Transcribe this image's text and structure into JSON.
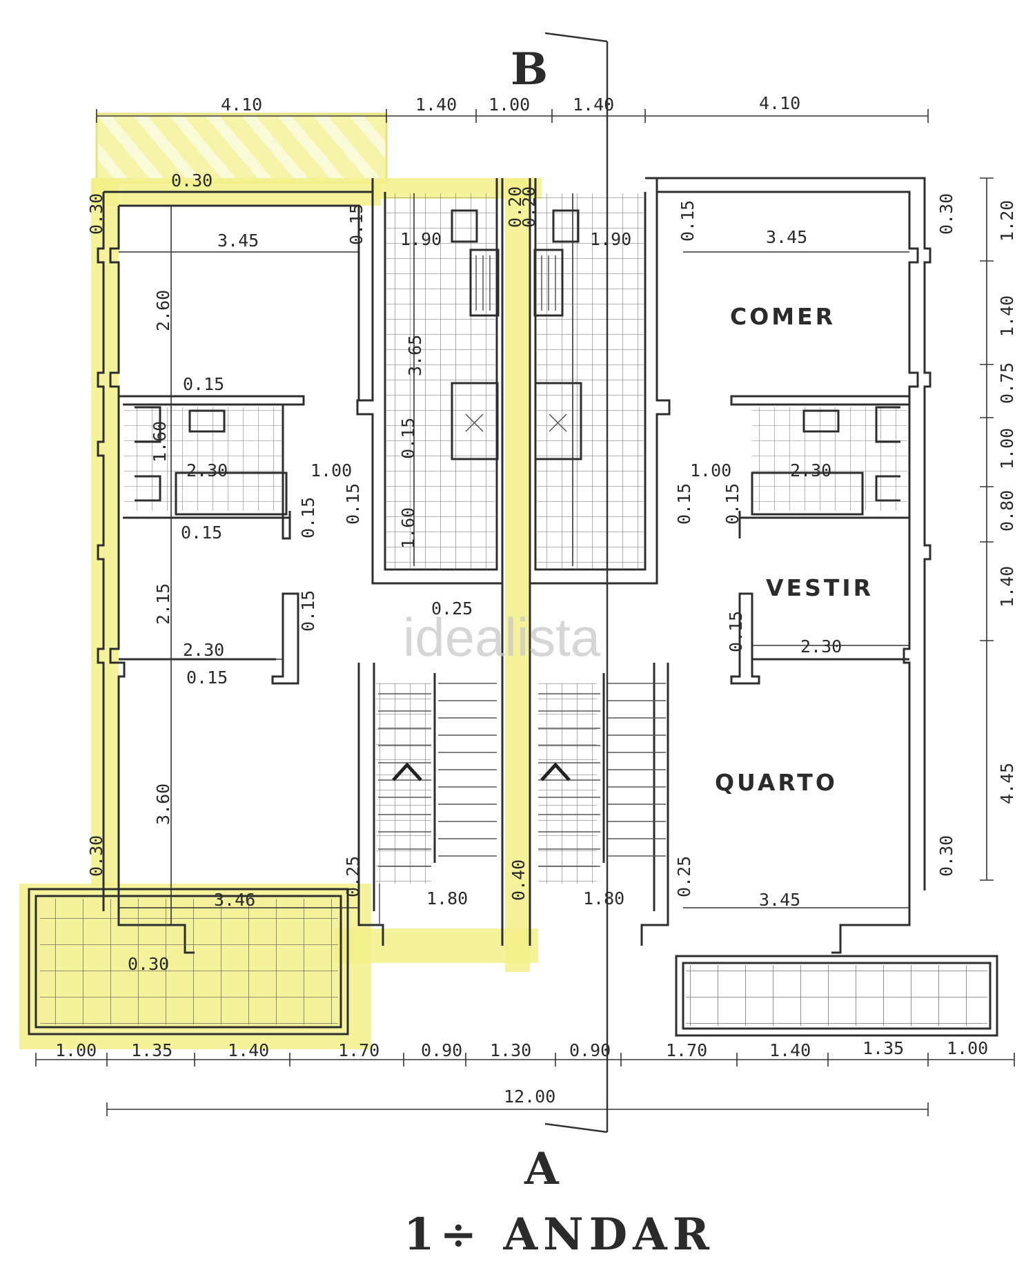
{
  "plan": {
    "section_top": "B",
    "section_bottom": "A",
    "floor_title": "1÷ ANDAR",
    "watermark": "idealista",
    "colors": {
      "highlight": "#f2f08a",
      "line": "#2d2d2d",
      "tile": "#666666"
    },
    "rooms": {
      "comer": "COMER",
      "vestir": "VESTIR",
      "quarto": "QUARTO"
    },
    "top_dims": [
      "4.10",
      "1.40",
      "1.00",
      "1.40",
      "4.10"
    ],
    "bottom_dims": [
      "1.00",
      "1.35",
      "1.40",
      "1.70",
      "0.90",
      "1.30",
      "0.90",
      "1.70",
      "1.40",
      "1.35",
      "1.00"
    ],
    "total_dim": "12.00",
    "right_dims": [
      "1.20",
      "1.40",
      "0.75",
      "1.00",
      "0.80",
      "1.40",
      "4.45"
    ],
    "left_unit": {
      "w_0_30": "0.30",
      "wall_0_30_left": "0.30",
      "w_3_45": "3.45",
      "h_2_60": "2.60",
      "w_0_15_a": "0.15",
      "bath_1_60": "1.60",
      "bath_2_30": "2.30",
      "w_1_00": "1.00",
      "v_0_15_a": "0.15",
      "w_0_15_b": "0.15",
      "h_2_15": "2.15",
      "v_0_15_b": "0.15",
      "w_2_30": "2.30",
      "w_0_15_c": "0.15",
      "h_3_60": "3.60",
      "v_0_30": "0.30",
      "w_3_46": "3.46",
      "v_0_25": "0.25",
      "w_0_30_b": "0.30",
      "v_0_15_top": "0.15"
    },
    "center": {
      "w_1_90_l": "1.90",
      "w_1_90_r": "1.90",
      "h_3_65": "3.65",
      "h_0_15": "0.15",
      "h_1_60": "1.60",
      "v_0_15_l": "0.15",
      "v_0_15_r": "0.15",
      "w_0_25": "0.25",
      "w_1_80_l": "1.80",
      "w_1_80_r": "1.80",
      "v_0_40": "0.40",
      "v_0_20": "0.20",
      "v_0_20b": "0.20"
    },
    "right_unit": {
      "v_0_15_top": "0.15",
      "w_3_45": "3.45",
      "v_0_30": "0.30",
      "w_1_00": "1.00",
      "bath_2_30": "2.30",
      "v_0_15_a": "0.15",
      "v_0_15_b": "0.15",
      "w_2_30": "2.30",
      "v_0_25": "0.25",
      "w_3_45_b": "3.45",
      "v_0_30_b": "0.30"
    }
  }
}
